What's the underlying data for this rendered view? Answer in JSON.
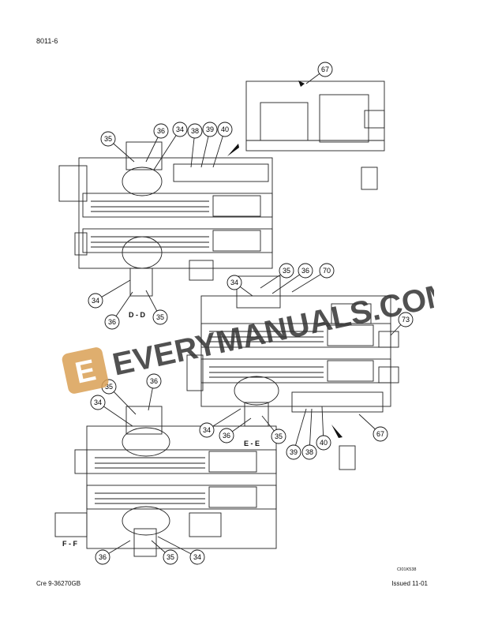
{
  "page": {
    "header": "8011-6",
    "footer_left": "Cre 9-36270GB",
    "footer_right": "Issued 11-01",
    "image_code": "CI01K538"
  },
  "sections": [
    "D - D",
    "E - E",
    "F - F"
  ],
  "callouts": [
    "67",
    "35",
    "36",
    "34",
    "38",
    "39",
    "40",
    "35",
    "36",
    "34",
    "35",
    "36",
    "70",
    "34",
    "73",
    "36",
    "35",
    "36",
    "34",
    "35",
    "34",
    "39",
    "38",
    "40",
    "67",
    "36",
    "35",
    "34"
  ],
  "watermark": {
    "text": "EVERYMANUALS.COM",
    "letter": "E",
    "color": "#d9a055"
  }
}
